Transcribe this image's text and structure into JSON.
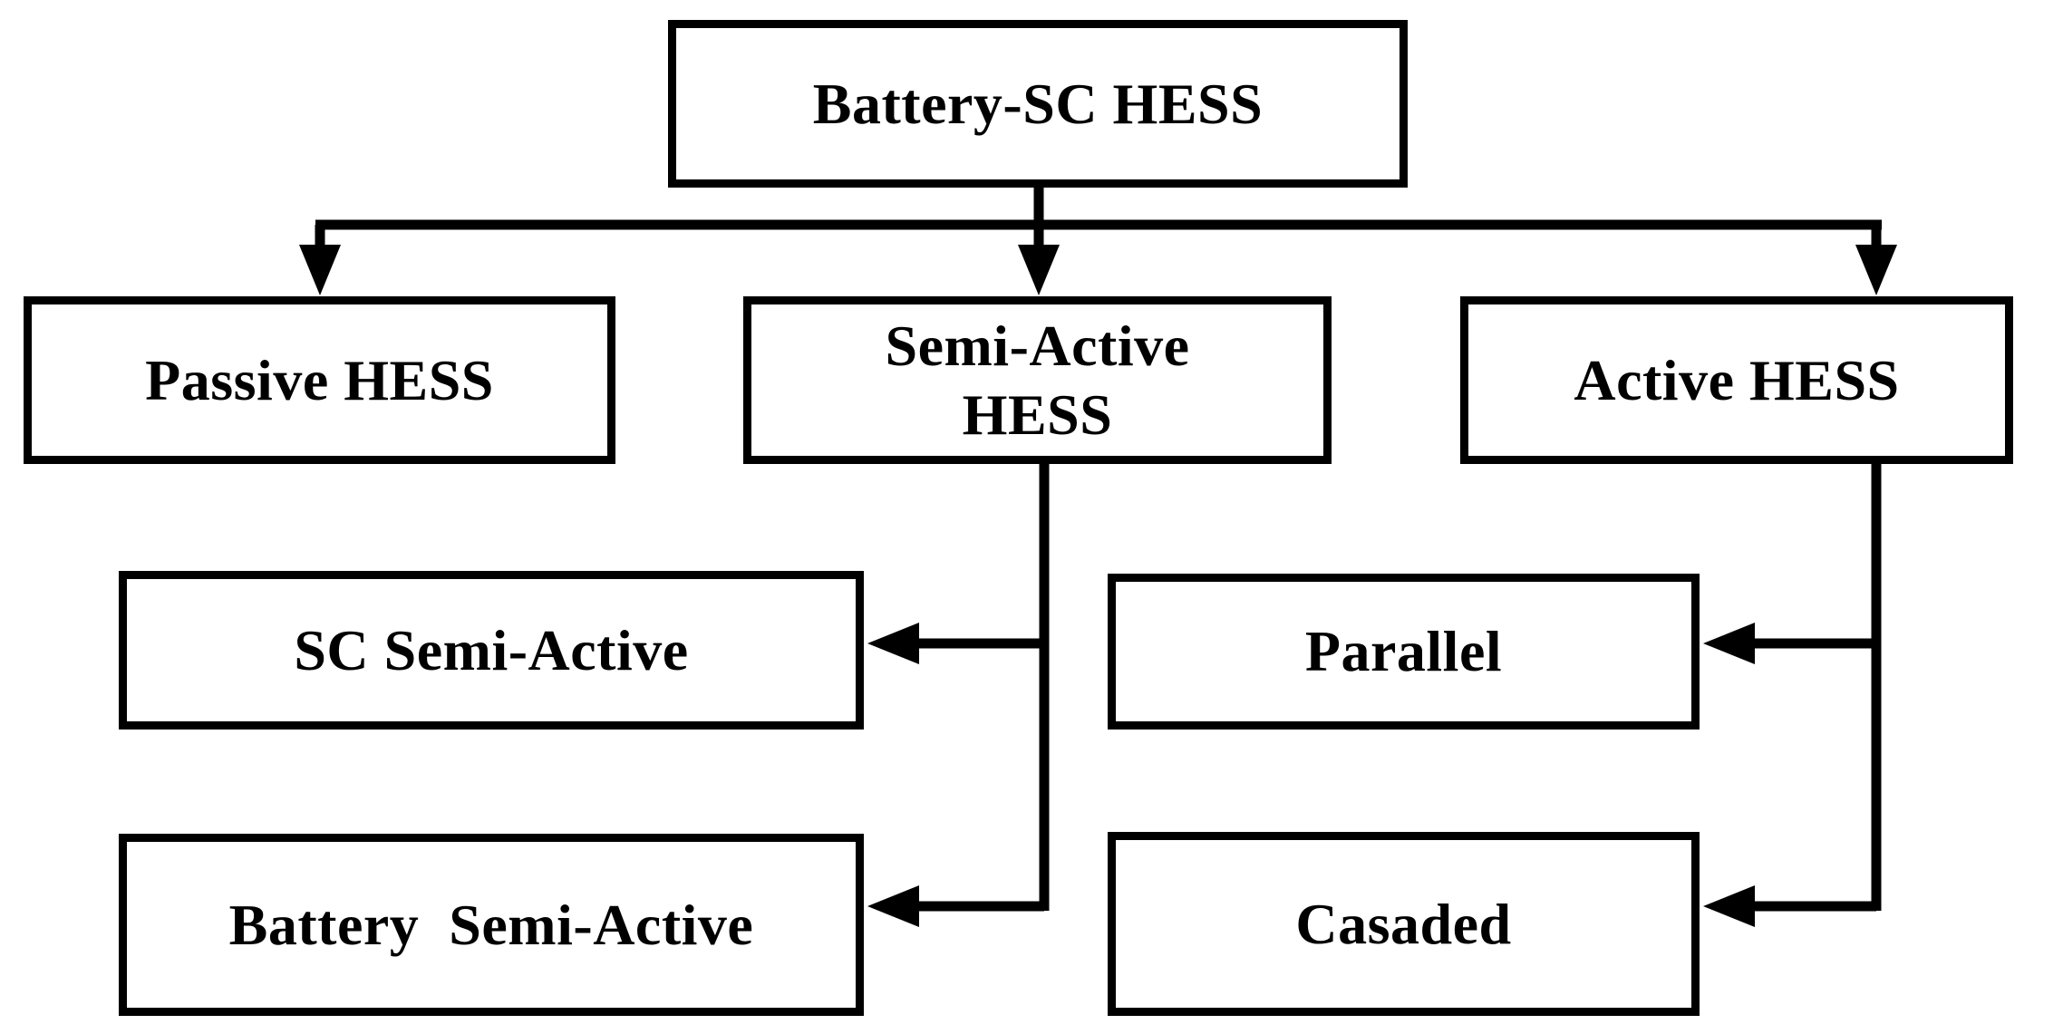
{
  "figure": {
    "background_color": "#ffffff",
    "line_color": "#000000",
    "nodes": {
      "root": {
        "label": "Battery-SC HESS"
      },
      "passive": {
        "label": "Passive HESS"
      },
      "semi_active": {
        "label": "Semi-Active\nHESS"
      },
      "active": {
        "label": "Active HESS"
      },
      "sc_semi_active": {
        "label": "SC Semi-Active"
      },
      "battery_semi_active": {
        "label": "Battery  Semi-Active"
      },
      "parallel": {
        "label": "Parallel"
      },
      "casaded": {
        "label": "Casaded"
      }
    },
    "edges": [
      {
        "from": "root",
        "to": "passive"
      },
      {
        "from": "root",
        "to": "semi_active"
      },
      {
        "from": "root",
        "to": "active"
      },
      {
        "from": "semi_active",
        "to": "sc_semi_active"
      },
      {
        "from": "semi_active",
        "to": "battery_semi_active"
      },
      {
        "from": "active",
        "to": "parallel"
      },
      {
        "from": "active",
        "to": "casaded"
      }
    ]
  }
}
